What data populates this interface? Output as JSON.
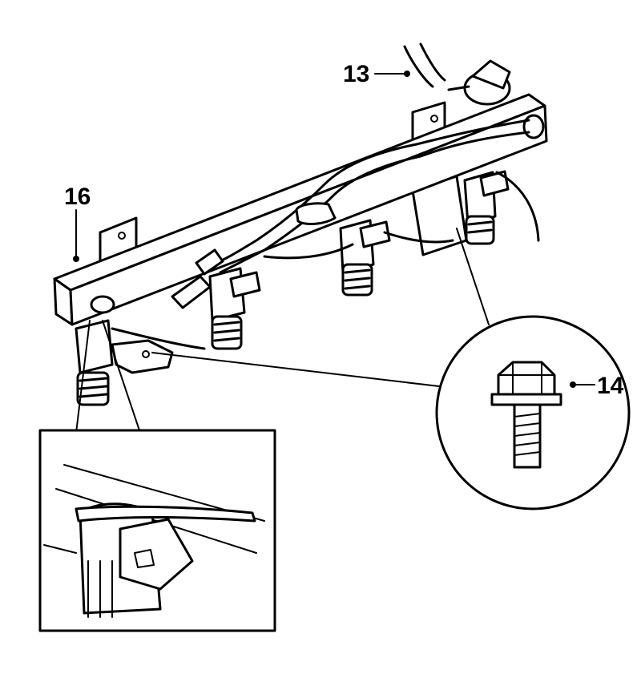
{
  "callouts": {
    "label_13": "13",
    "label_14": "14",
    "label_16": "16"
  },
  "colors": {
    "line": "#000000",
    "background": "#ffffff"
  }
}
